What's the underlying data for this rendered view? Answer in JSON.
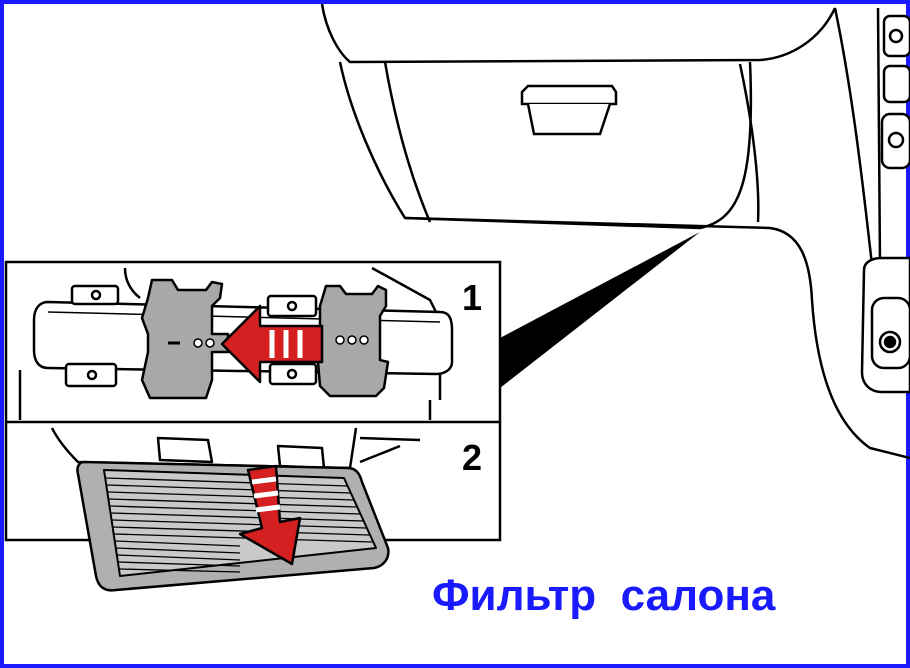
{
  "caption": "Фильтр  салона",
  "steps": [
    {
      "number": "1"
    },
    {
      "number": "2"
    }
  ],
  "colors": {
    "frame": "#1a1aff",
    "caption": "#1a1aff",
    "arrow_red": "#d42020",
    "part_gray": "#a8a8a8",
    "filter_gray": "#b0b0b0",
    "outline": "#000000"
  }
}
